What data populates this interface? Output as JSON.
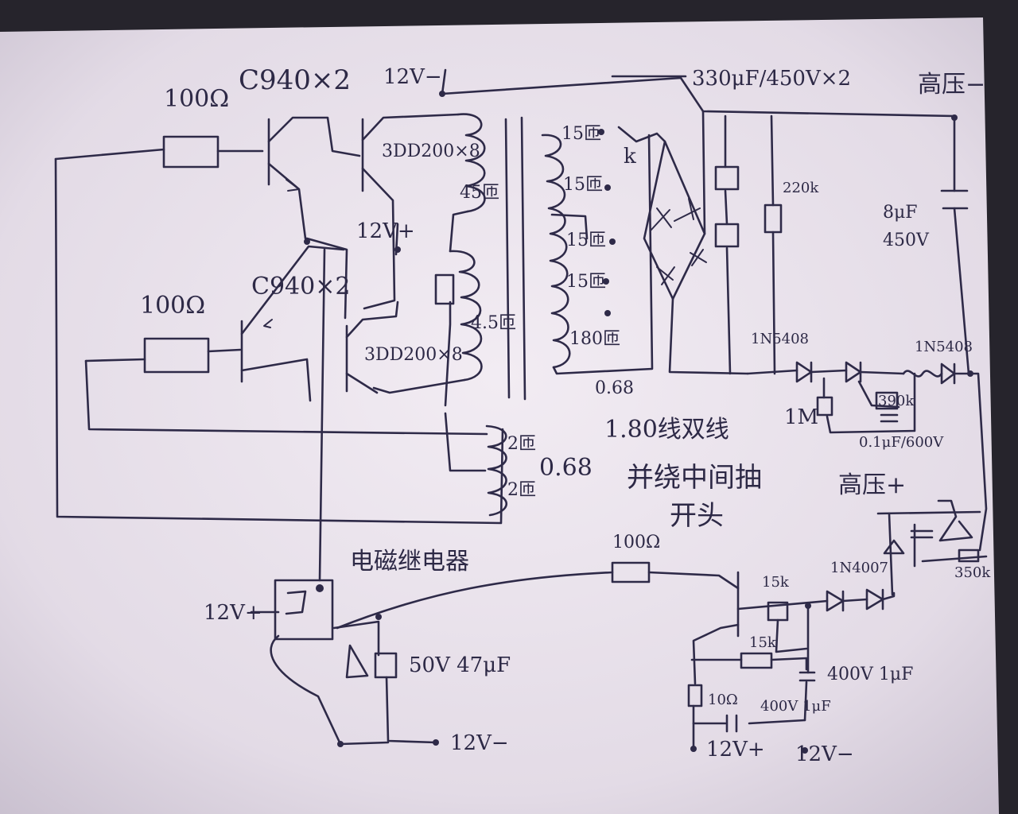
{
  "colors": {
    "paper": "#ece6ee",
    "ink": "#2e2a48",
    "background": "#26242c"
  },
  "labels": {
    "r_top": "100Ω",
    "q_top_driver": "C940×2",
    "supply_top": "12V−",
    "cap_output": "330μF/450V×2",
    "hv_negative": "高压−",
    "q_top_power": "3DD200×8",
    "coil_45": "45匝",
    "coil_4_5": "4.5匝",
    "supply_mid": "12V+",
    "r_mid": "100Ω",
    "q_mid_driver": "C940×2",
    "q_low_power": "3DD200×8",
    "tap_15_a": "15匝",
    "tap_15_b": "15匝",
    "tap_15_c": "15匝",
    "tap_15_d": "15匝",
    "tap_180": "180匝",
    "tap_k": "k",
    "r_bleed": "220k",
    "cap_series": "8μF 450V",
    "diode_chain_left": "1N5408",
    "diode_chain_right": "1N5408",
    "wire_gauge": "0.68",
    "winding_note_1": "1.80线双线",
    "winding_note_2": "并绕中间抽",
    "winding_note_3": "开头",
    "r_1m": "1M",
    "r_390k": "390k",
    "cap_small": "0.1μF/600V",
    "feedback_2": "2匝",
    "feedback_2b": "2匝",
    "feedback_gauge": "0.68",
    "hv_positive": "高压+",
    "r_350k": "350k",
    "diode_bottom": "1N4007",
    "r_bottom": "100Ω",
    "relay": "电磁继电器",
    "relay_supply": "12V+",
    "cap_relay": "50V 47μF",
    "bottom_supply_neg": "12V−",
    "r_15k_a": "15k",
    "r_15k_b": "15k",
    "cap_400v_1": "400V 1μF",
    "r_10": "10Ω",
    "cap_400v_2": "400V 1μF",
    "bottom_supply_pos": "12V+",
    "bottom_supply_neg_2": "12V−"
  }
}
